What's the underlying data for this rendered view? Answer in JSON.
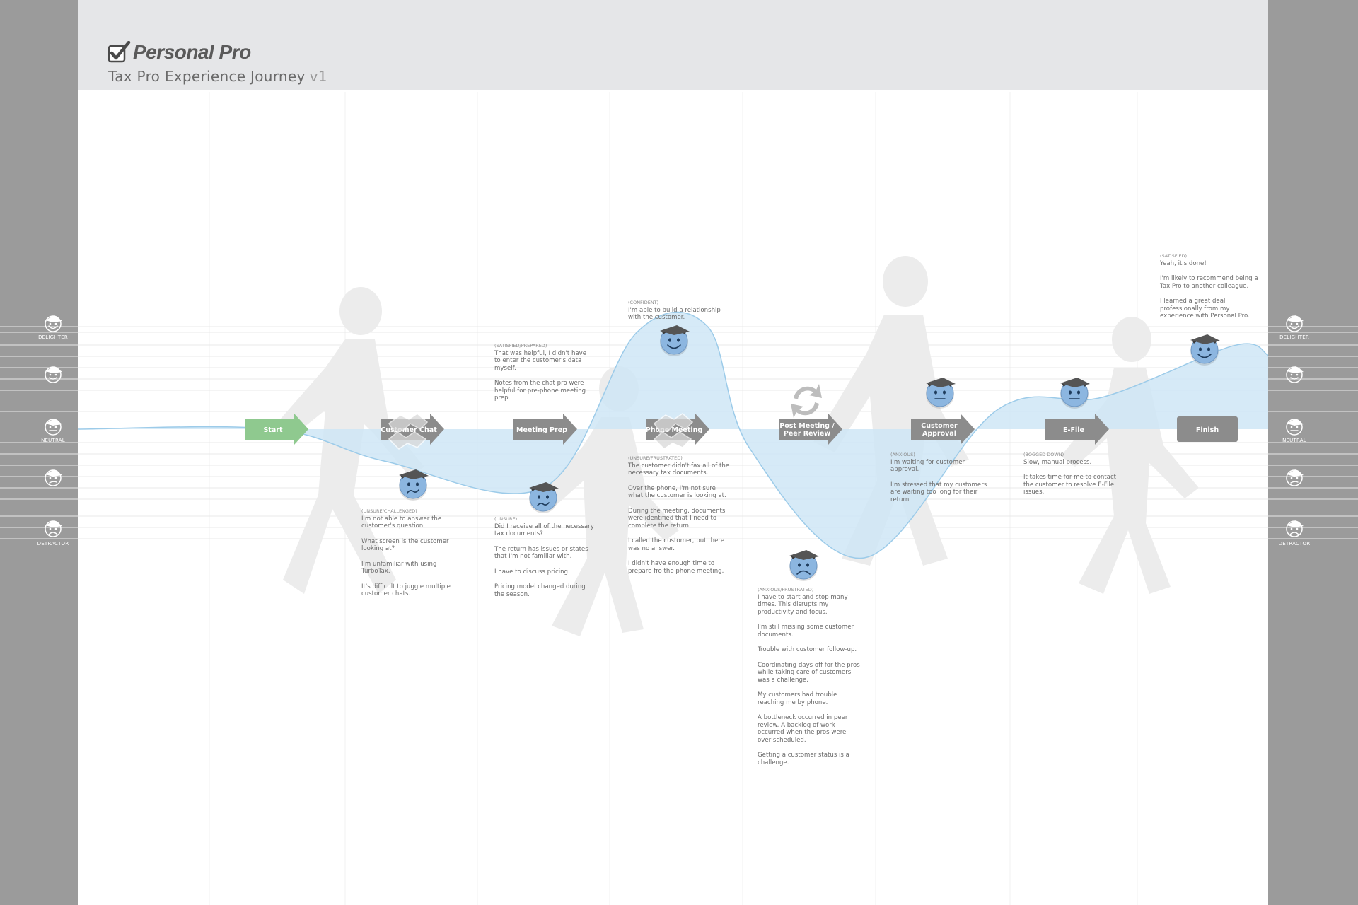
{
  "header": {
    "logo_text": "Personal Pro",
    "title": "Tax Pro Experience Journey",
    "version": "v1",
    "logo_icon": "checkmark-icon"
  },
  "colors": {
    "sidebar": "#9b9b9b",
    "header": "#e5e6e8",
    "start_step": "#8fc98f",
    "step": "#8c8c8c",
    "curve_fill": "#cfe6f6",
    "curve_stroke": "#9ccbe9",
    "face": "#8cb6e0"
  },
  "scale": {
    "levels": [
      "DELIGHTER",
      "",
      "NEUTRAL",
      "",
      "DETRACTOR"
    ]
  },
  "steps": [
    {
      "label": "Start",
      "style": "start",
      "icon": ""
    },
    {
      "label": "Customer Chat",
      "style": "step",
      "icon": "handshake-icon"
    },
    {
      "label": "Meeting Prep",
      "style": "step",
      "icon": ""
    },
    {
      "label": "Phone Meeting",
      "style": "step",
      "icon": "handshake-icon"
    },
    {
      "label": "Post Meeting / Peer Review",
      "line1": "Post Meeting /",
      "line2": "Peer Review",
      "style": "step",
      "icon": "refresh-icon"
    },
    {
      "label": "Customer Approval",
      "line1": "Customer",
      "line2": "Approval",
      "style": "step",
      "icon": ""
    },
    {
      "label": "E-File",
      "style": "step",
      "icon": ""
    },
    {
      "label": "Finish",
      "style": "end",
      "icon": ""
    }
  ],
  "chart_data": {
    "type": "area",
    "title": "",
    "categories": [
      "Start",
      "Customer Chat",
      "Meeting Prep",
      "Phone Meeting",
      "Post Meeting / Peer Review",
      "Customer Approval",
      "E-File",
      "Finish"
    ],
    "emotion_scale": [
      "DETRACTOR",
      "",
      "NEUTRAL",
      "",
      "DELIGHTER"
    ],
    "ylim": [
      -2,
      2
    ],
    "points": [
      {
        "step": "Start",
        "value": 0
      },
      {
        "step": "Customer Chat",
        "value": -0.5,
        "mood": "unsure/challenged"
      },
      {
        "step": "Meeting Prep",
        "value": -0.9,
        "mood": "unsure"
      },
      {
        "step": "Meeting Prep",
        "value": 1.5,
        "mood": "satisfied/prepared"
      },
      {
        "step": "Phone Meeting",
        "value": 1.6,
        "mood": "confident"
      },
      {
        "step": "Phone Meeting",
        "value": -0.3,
        "mood": "unsure/frustrated"
      },
      {
        "step": "Post Meeting / Peer Review",
        "value": -2.0,
        "mood": "anxious/frustrated"
      },
      {
        "step": "Customer Approval",
        "value": 0.3,
        "mood": "anxious"
      },
      {
        "step": "E-File",
        "value": 0.5,
        "mood": "bogged down"
      },
      {
        "step": "Finish",
        "value": 1.3,
        "mood": "satisfied"
      }
    ]
  },
  "faces": [
    {
      "mood": "sad",
      "icon": "sad-face-icon"
    },
    {
      "mood": "sad",
      "icon": "sad-face-icon"
    },
    {
      "mood": "happy",
      "icon": "happy-face-icon"
    },
    {
      "mood": "frown",
      "icon": "frown-face-icon"
    },
    {
      "mood": "neutral",
      "icon": "neutral-face-icon"
    },
    {
      "mood": "neutral",
      "icon": "neutral-face-icon"
    },
    {
      "mood": "happy",
      "icon": "happy-face-icon"
    }
  ],
  "notes": {
    "customer_chat": {
      "tag": "(UNSURE/CHALLENGED)",
      "lines": [
        "I'm not able to answer the customer's question.",
        "What screen is the customer looking at?",
        "I'm unfamiliar with using TurboTax.",
        "It's difficult to juggle multiple customer chats."
      ]
    },
    "meeting_prep_low": {
      "tag": "(UNSURE)",
      "lines": [
        "Did I receive all of the necessary tax documents?",
        "The return has issues or states that I'm not familiar with.",
        "I have to discuss pricing.",
        "Pricing model changed during the season."
      ]
    },
    "meeting_prep_high": {
      "tag": "(SATISFIED/PREPARED)",
      "lines": [
        "That was helpful, I didn't have to enter the customer's data myself.",
        "Notes from the chat pro were helpful for pre-phone meeting prep."
      ]
    },
    "phone_meeting_high": {
      "tag": "(CONFIDENT)",
      "lines": [
        "I'm able to build a relationship with the customer."
      ]
    },
    "phone_meeting_low": {
      "tag": "(UNSURE/FRUSTRATED)",
      "lines": [
        "The customer didn't fax all of the necessary tax documents.",
        "Over the phone, I'm not sure what the customer is looking at.",
        "During the meeting, documents were identified that I need to complete the return.",
        "I called the customer, but there was no answer.",
        "I didn't have enough time to prepare fro the phone meeting."
      ]
    },
    "peer_review": {
      "tag": "(ANXIOUS/FRUSTRATED)",
      "lines": [
        "I have to start and stop many times. This disrupts my productivity and focus.",
        "I'm still missing some customer documents.",
        "Trouble with customer follow-up.",
        "Coordinating days off for the pros while taking care of customers was a challenge.",
        "My customers had trouble reaching me by phone.",
        "A bottleneck occurred in peer review. A backlog of work occurred when the pros were over scheduled.",
        "Getting a customer status is a challenge."
      ]
    },
    "customer_approval": {
      "tag": "(ANXIOUS)",
      "lines": [
        "I'm waiting for customer approval.",
        "I'm stressed that my customers are waiting too long for their return."
      ]
    },
    "efile": {
      "tag": "(BOGGED DOWN)",
      "lines": [
        "Slow, manual process.",
        "It takes time for me to contact the customer to resolve E-File issues."
      ]
    },
    "finish": {
      "tag": "(SATISFIED)",
      "lines": [
        "Yeah, it's done!",
        "I'm likely to recommend being a Tax Pro to another colleague.",
        "I learned a great deal professionally from my experience with Personal Pro."
      ]
    }
  }
}
